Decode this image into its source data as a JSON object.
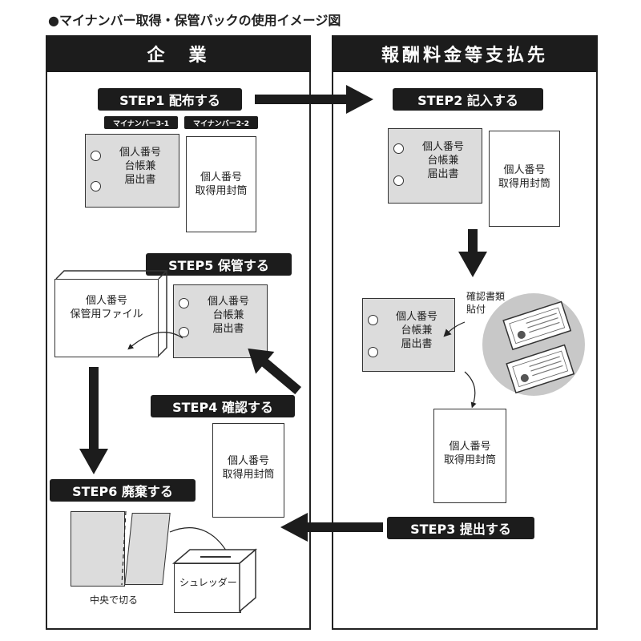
{
  "title": "●マイナンバー取得・保管パックの使用イメージ図",
  "panels": {
    "left": "企　業",
    "right": "報酬料金等支払先"
  },
  "steps": {
    "s1": "STEP1 配布する",
    "s2": "STEP2 記入する",
    "s3": "STEP3 提出する",
    "s4": "STEP4 確認する",
    "s5": "STEP5 保管する",
    "s6": "STEP6 廃棄する"
  },
  "tags": {
    "t1": "マイナンバー3-1",
    "t2": "マイナンバー2-2"
  },
  "docs": {
    "card": [
      "個人番号",
      "台帳兼",
      "届出書"
    ],
    "envelope": [
      "個人番号",
      "取得用封筒"
    ],
    "file": [
      "個人番号",
      "保管用ファイル"
    ]
  },
  "labels": {
    "attach": [
      "確認書類",
      "貼付"
    ],
    "cut": "中央で切る",
    "shredder": "シュレッダー"
  },
  "colors": {
    "dark": "#1c1c1c",
    "card_fill": "#dcdcdc",
    "circle_fill": "#c8c8c8"
  }
}
